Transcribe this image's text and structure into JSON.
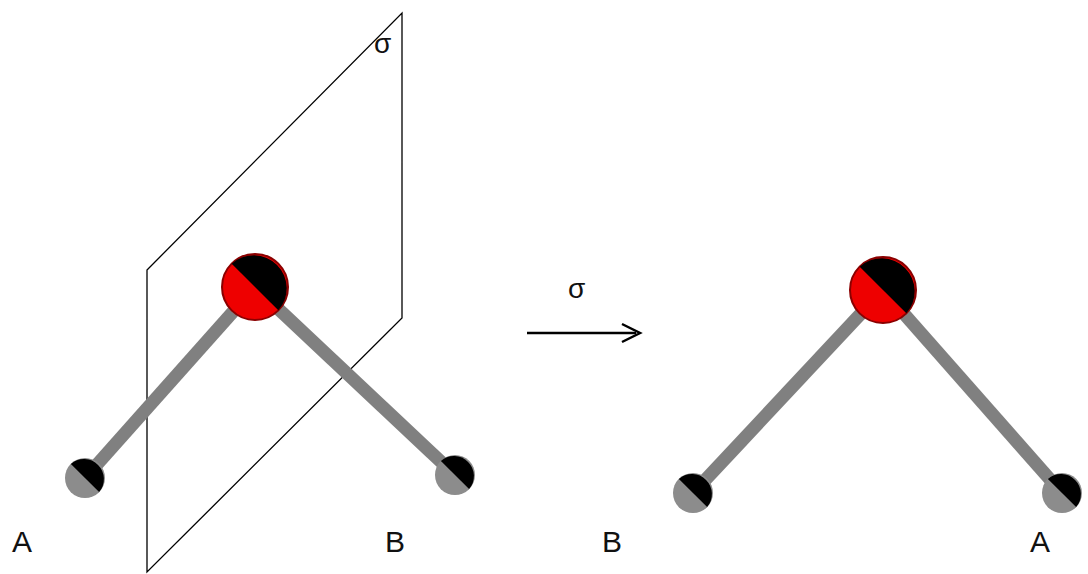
{
  "diagram": {
    "labels": [
      "σ",
      "A",
      "B",
      "σ",
      "B",
      "A"
    ]
  }
}
